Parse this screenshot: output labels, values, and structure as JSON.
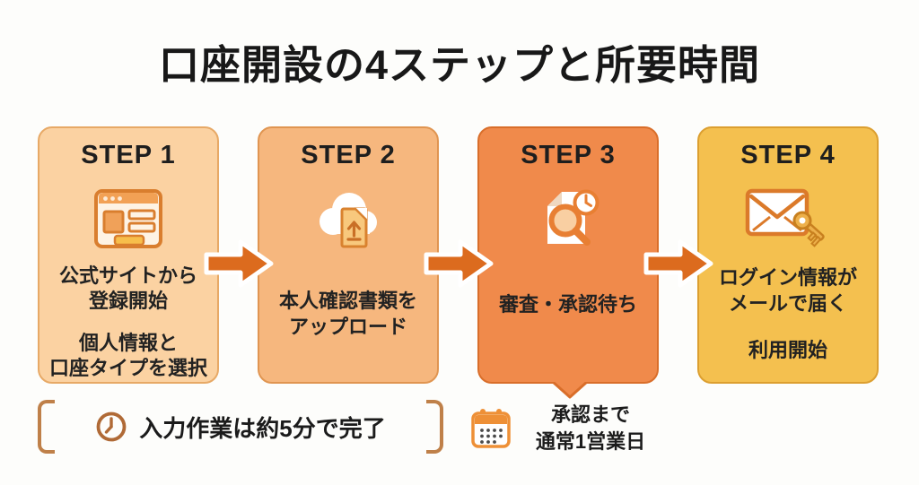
{
  "title": "口座開設の4ステップと所要時間",
  "steps": [
    {
      "label": "STEP 1",
      "icon": "browser-form-icon",
      "text_primary": "公式サイトから\n登録開始",
      "text_secondary": "個人情報と\n口座タイプを選択",
      "card_color": "#fbd2a2",
      "border_color": "#e7a966"
    },
    {
      "label": "STEP 2",
      "icon": "cloud-upload-icon",
      "text_primary": "本人確認書類を\nアップロード",
      "text_secondary": "",
      "card_color": "#f6b77e",
      "border_color": "#e09551"
    },
    {
      "label": "STEP 3",
      "icon": "review-search-clock-icon",
      "text_primary": "審査・承認待ち",
      "text_secondary": "",
      "card_color": "#f08a4b",
      "border_color": "#d96e2a"
    },
    {
      "label": "STEP 4",
      "icon": "mail-key-icon",
      "text_primary": "ログイン情報が\nメールで届く",
      "text_secondary": "利用開始",
      "card_color": "#f4c04f",
      "border_color": "#dc9f30"
    }
  ],
  "arrows": {
    "count": 3,
    "color": "#dc6b1e",
    "outline": "#ffffff"
  },
  "notes": {
    "entry_time": "入力作業は約5分で完了",
    "approval_time": "承認まで\n通常1営業日"
  },
  "palette": {
    "background": "#fdfdfb",
    "title_color": "#181818",
    "bracket_color": "#bf8049",
    "clock_icon_color": "#b06a36",
    "calendar_icon_color": "#ee9037",
    "accent_orange": "#dc6b1e"
  }
}
